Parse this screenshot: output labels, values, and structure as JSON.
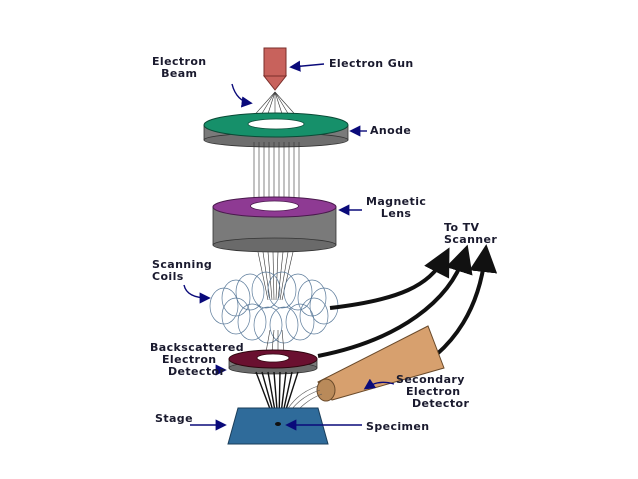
{
  "colors": {
    "arrow": "#0a0a7a",
    "gun": "#c8625c",
    "anode_top": "#16906a",
    "lens_top": "#8e3a93",
    "metal_side": "#7a7a7a",
    "bse_detector": "#6a1030",
    "se_detector": "#d7a06e",
    "stage": "#2f6b9a",
    "beam": "#222222"
  },
  "labels": {
    "electron_beam": [
      "Electron",
      "Beam"
    ],
    "electron_gun": "Electron Gun",
    "anode": "Anode",
    "magnetic_lens": [
      "Magnetic",
      "Lens"
    ],
    "to_tv_scanner": [
      "To TV",
      "Scanner"
    ],
    "scanning_coils": [
      "Scanning",
      "Coils"
    ],
    "backscattered_detector": [
      "Backscattered",
      "Electron",
      "Detector"
    ],
    "secondary_detector": [
      "Secondary",
      "Electron",
      "Detector"
    ],
    "stage": "Stage",
    "specimen": "Specimen"
  },
  "icons": {
    "electron_gun": "cone-icon",
    "anode": "ring-icon",
    "magnetic_lens": "cylinder-ring-icon",
    "scanning_coils": "coil-icon",
    "detector": "disc-icon",
    "stage": "plate-icon"
  }
}
